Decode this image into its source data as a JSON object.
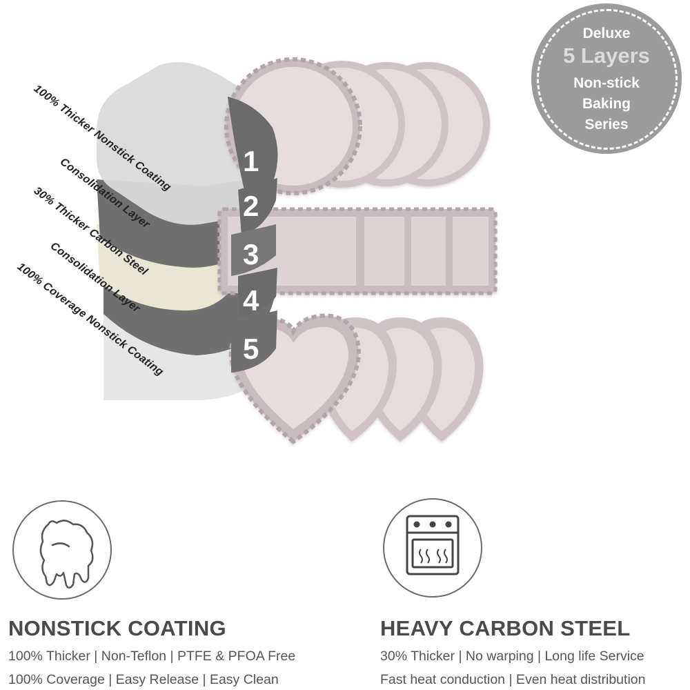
{
  "layers": [
    {
      "number": "1",
      "label": "100% Thicker Nonstick Coating"
    },
    {
      "number": "2",
      "label": "Consolidation Layer"
    },
    {
      "number": "3",
      "label": "30% Thicker Carbon Steel"
    },
    {
      "number": "4",
      "label": "Consolidation Layer"
    },
    {
      "number": "5",
      "label": "100% Coverage Nonstick Coating"
    }
  ],
  "badge": {
    "line1": "Deluxe",
    "line2": "5 Layers",
    "line3": "Non-stick",
    "line4": "Baking",
    "line5": "Series"
  },
  "features": [
    {
      "icon": "melting-drip-icon",
      "title": "NONSTICK COATING",
      "line1": "100% Thicker  |  Non-Teflon  |  PTFE & PFOA Free",
      "line2": "100% Coverage  |  Easy Release  |  Easy Clean"
    },
    {
      "icon": "oven-icon",
      "title": "HEAVY CARBON STEEL",
      "line1": "30% Thicker  |  No warping  |  Long life Service",
      "line2": "Fast heat conduction  |  Even heat distribution"
    }
  ],
  "colors": {
    "pan": "#d9cfcf",
    "pan_edge": "#b6a9ab",
    "badge": "#9b9b9b",
    "dark_layer": "#6b6b6b",
    "light_layer": "#dcdcdc",
    "steel_layer": "#e9e6d5"
  }
}
